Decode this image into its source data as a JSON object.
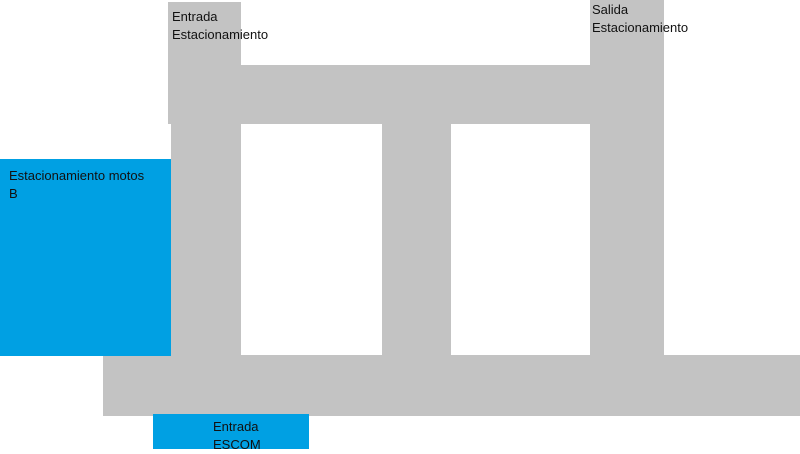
{
  "diagram": {
    "colors": {
      "background": "#ffffff",
      "road": "#c3c3c3",
      "zone": "#00a0e3",
      "text": "#111111"
    },
    "labels": {
      "entrada_estacionamiento": {
        "line1": "Entrada",
        "line2": "Estacionamiento"
      },
      "salida_estacionamiento": {
        "line1": "Salida",
        "line2": "Estacionamiento"
      },
      "estacionamiento_motos": {
        "line1": "Estacionamiento motos",
        "line2": "B"
      },
      "entrada_escom": {
        "line1": "Entrada",
        "line2": "ESCOM"
      }
    }
  }
}
